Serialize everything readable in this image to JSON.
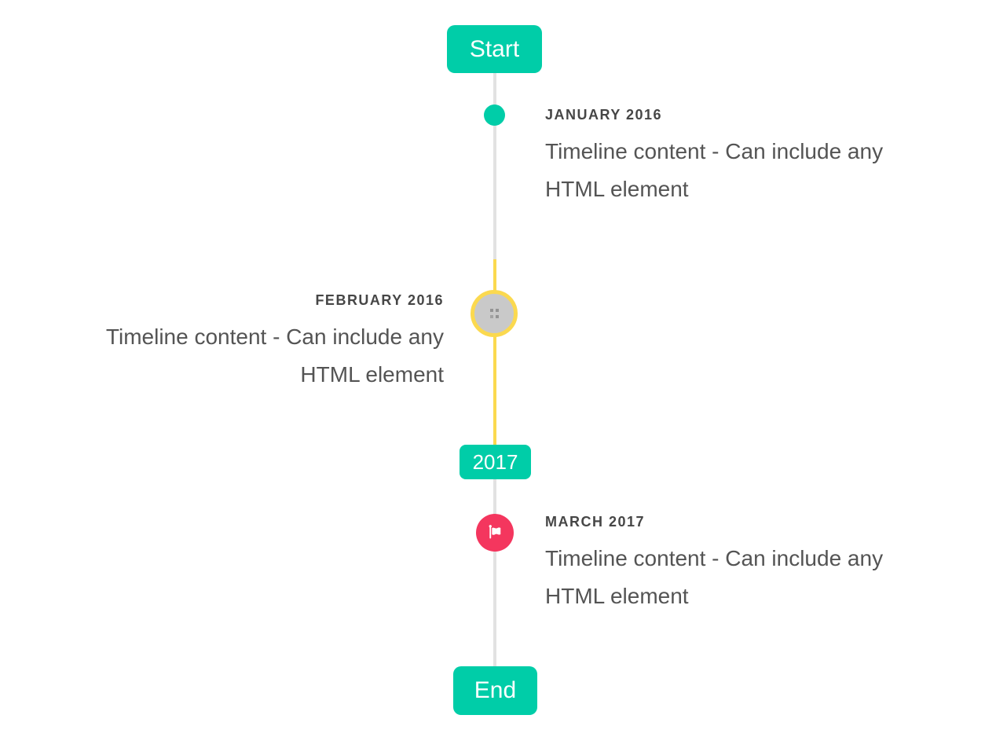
{
  "timeline": {
    "start_label": "Start",
    "end_label": "End",
    "year_badge_label": "2017",
    "items": [
      {
        "date": "JANUARY 2016",
        "content": "Timeline content - Can include any HTML element",
        "content_lines": [
          "Timeline content - Can include any",
          "HTML element"
        ],
        "side": "right",
        "marker": "teal-dot"
      },
      {
        "date": "FEBRUARY 2016",
        "content": "Timeline content - Can include any HTML element",
        "content_lines": [
          "Timeline content - Can include any",
          "HTML element"
        ],
        "side": "left",
        "marker": "gray-image-circle-yellow-ring"
      },
      {
        "date": "MARCH 2017",
        "content": "Timeline content - Can include any HTML element",
        "content_lines": [
          "Timeline content - Can include any",
          "HTML element"
        ],
        "side": "right",
        "marker": "red-flag-circle"
      }
    ]
  },
  "icons": {
    "flag": "flag-icon",
    "broken_image": "broken-image-icon"
  },
  "colors": {
    "accent_teal": "#00cda8",
    "highlight_yellow": "#fbd94f",
    "flag_red": "#f4365e",
    "line_gray": "#e2e2e2",
    "image_circle_gray": "#c9c9c9",
    "heading_text": "#464646",
    "body_text": "#545454",
    "badge_text": "#ffffff"
  }
}
